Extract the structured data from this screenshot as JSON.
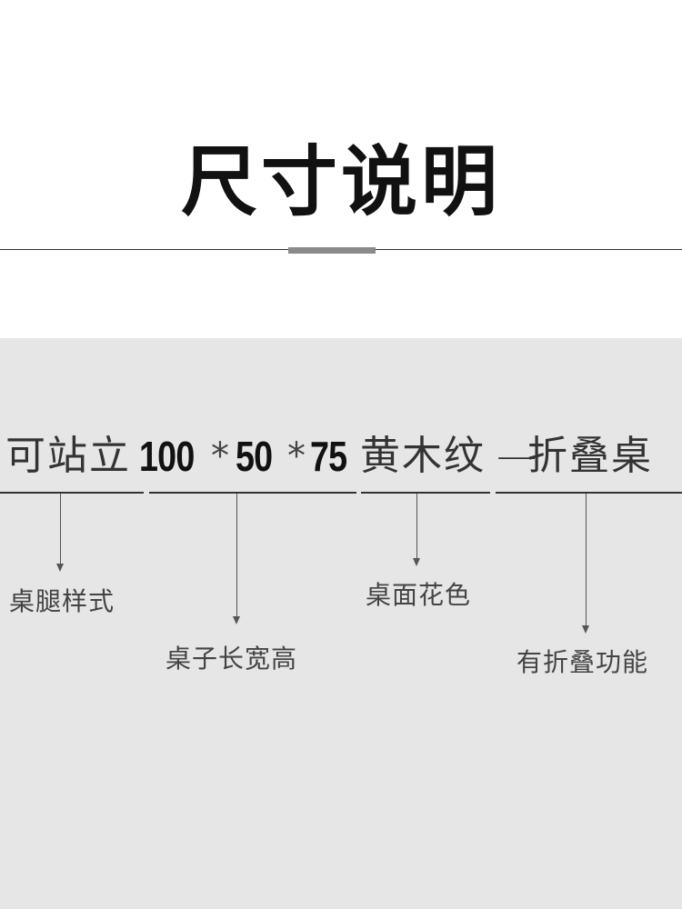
{
  "title": "尺寸说明",
  "product_name": {
    "style": "可站立",
    "dim_length": "100",
    "sep1": "*",
    "dim_width": "50",
    "sep2": "*",
    "dim_height": "75",
    "color": "黄木纹",
    "dash": "—",
    "function": "折叠桌"
  },
  "annotations": {
    "leg_style": "桌腿样式",
    "dimensions": "桌子长宽高",
    "surface_color": "桌面花色",
    "folding": "有折叠功能"
  },
  "colors": {
    "panel_background": "#e6e6e6",
    "accent_bar": "#8a8a8a"
  }
}
